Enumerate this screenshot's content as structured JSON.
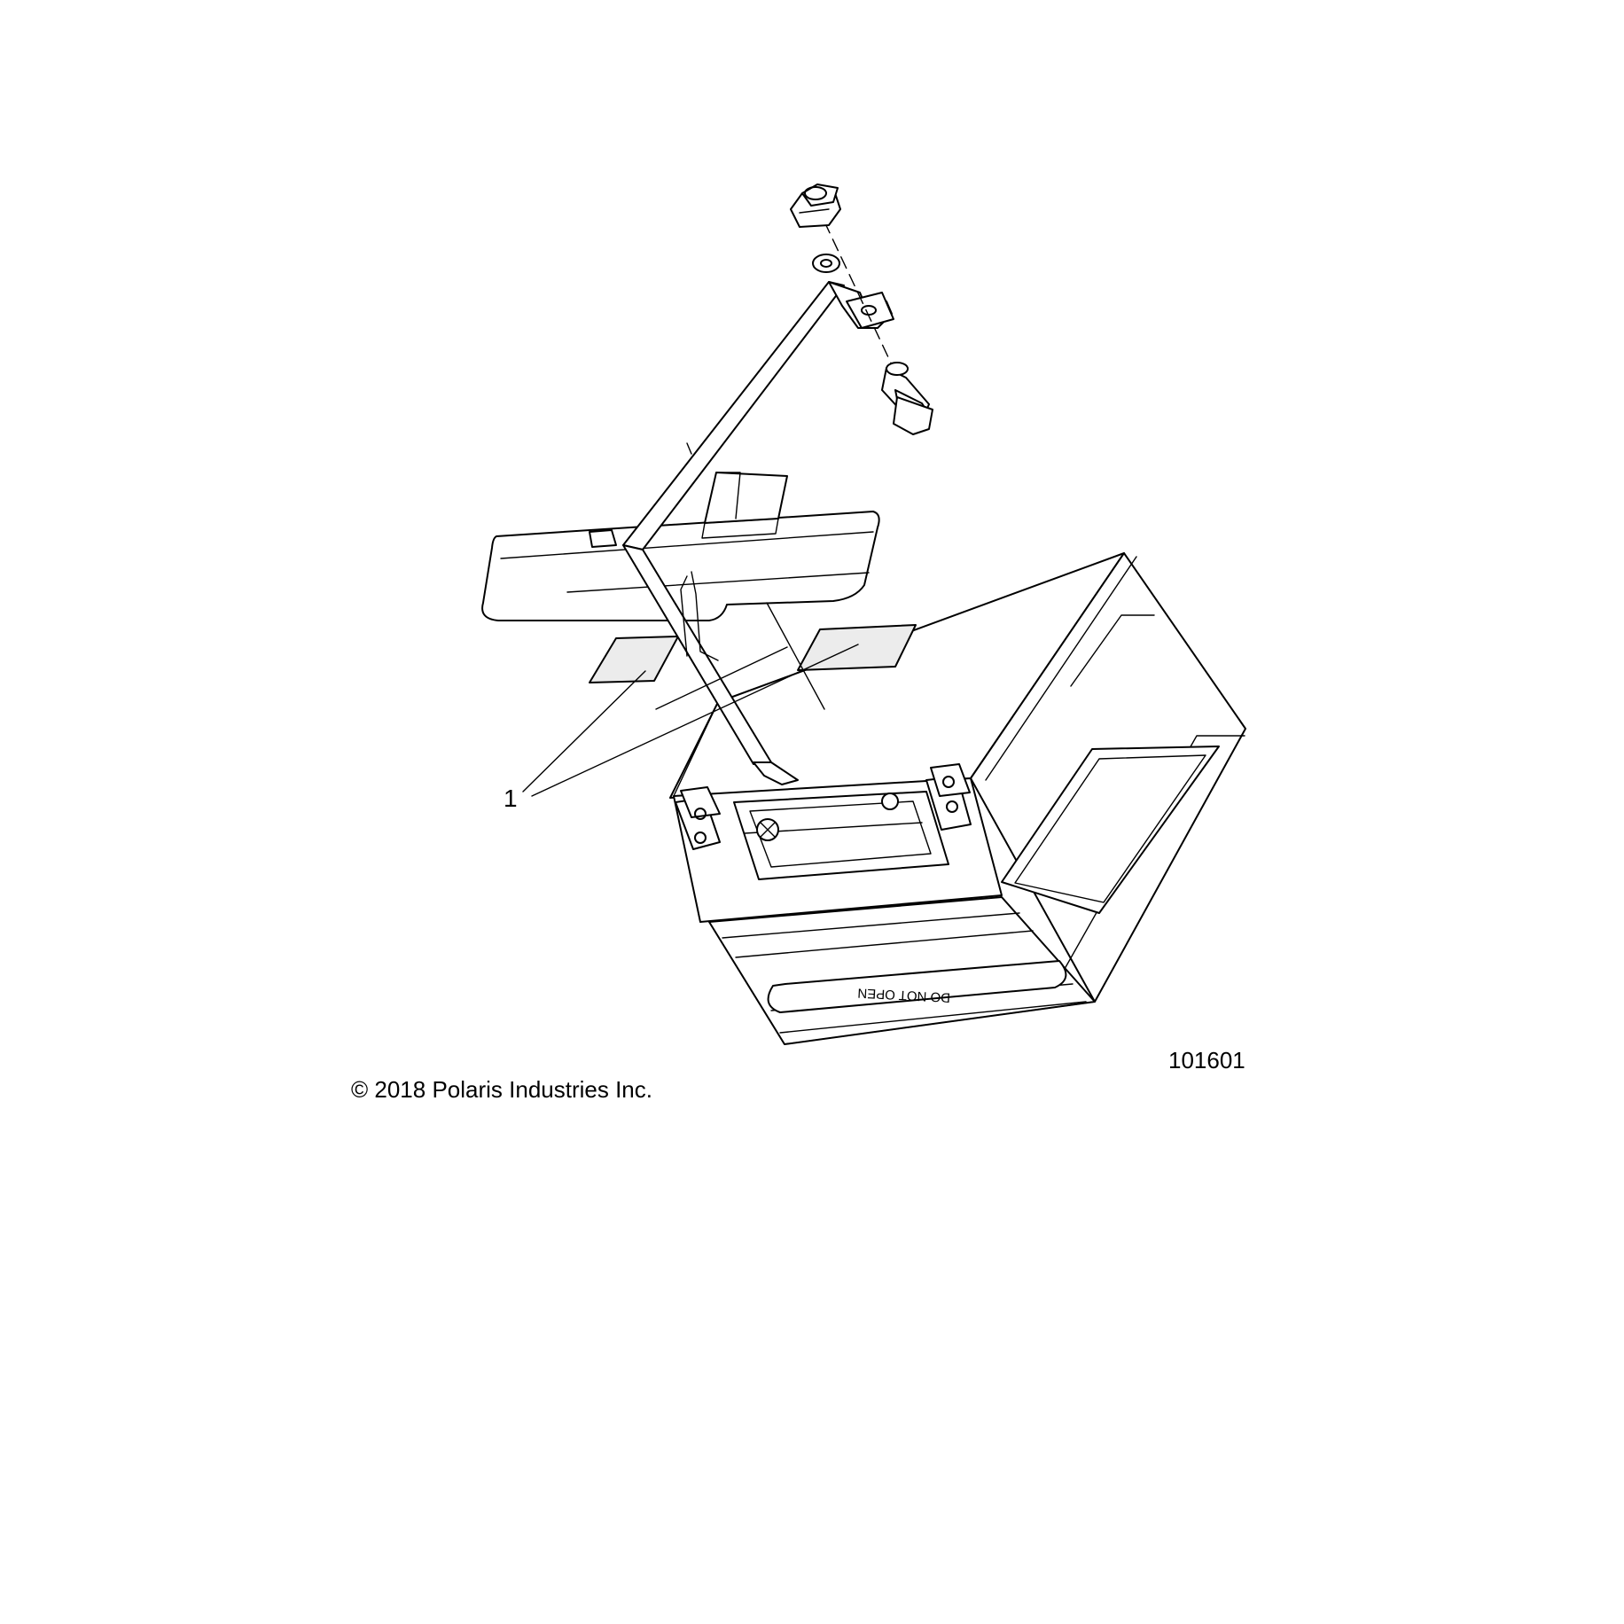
{
  "diagram": {
    "callout_label": "1",
    "battery_label": "DO NOT OPEN",
    "figure_number": "101601",
    "copyright": "© 2018 Polaris Industries Inc."
  },
  "colors": {
    "line": "#000000",
    "background": "#ffffff",
    "pad_fill": "#ececec"
  },
  "icons": [
    "nut-icon",
    "washer-icon",
    "bolt-icon",
    "screw-head-icon"
  ]
}
